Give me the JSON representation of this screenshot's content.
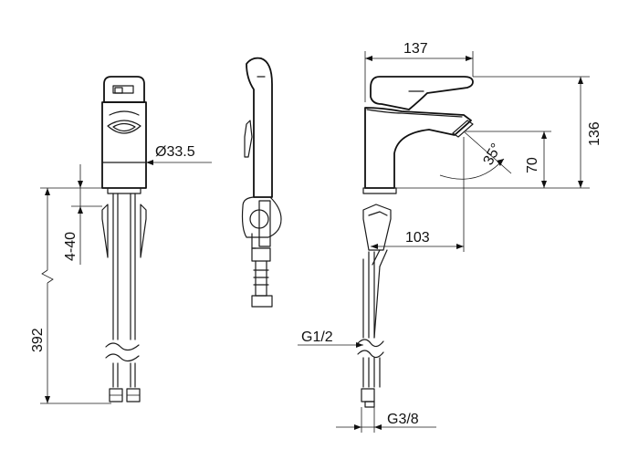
{
  "dimensions": {
    "width_reach": "137",
    "height_total": "136",
    "height_spout": "70",
    "spout_angle": "35°",
    "outlet_reach": "103",
    "body_diameter": "Ø33.5",
    "hose_length": "392",
    "deck_thickness": "4-40",
    "thread_inlet": "G1/2",
    "thread_connection": "G3/8"
  }
}
